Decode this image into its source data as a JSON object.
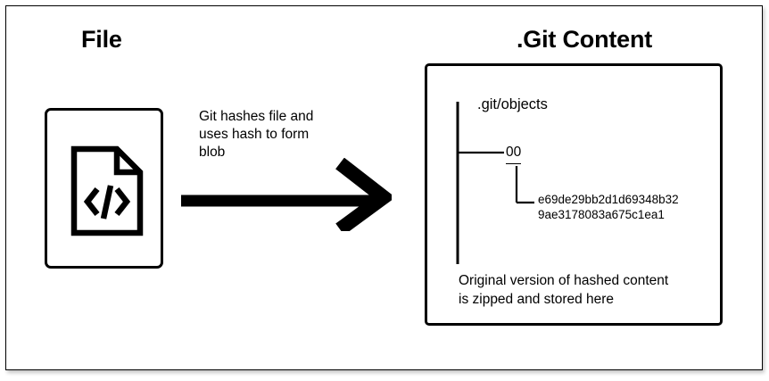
{
  "diagram": {
    "title_left": "File",
    "title_right": ".Git Content",
    "annotation": {
      "lines": [
        "Git hashes file and",
        "uses hash to form",
        "blob"
      ]
    },
    "file_icon": {
      "name": "code-file-icon",
      "glyph": "</>"
    },
    "arrow": {
      "name": "flow-arrow-right",
      "direction": "right",
      "color": "#000000"
    },
    "tree": {
      "root_label": ".git/objects",
      "directory_label": "00",
      "object_hash_line1": "e69de29bb2d1d69348b32",
      "object_hash_line2": "9ae3178083a675c1ea1"
    },
    "caption": {
      "lines": [
        "Original version of hashed content",
        "is zipped and stored here"
      ]
    },
    "colors": {
      "stroke": "#000000",
      "background": "#ffffff"
    }
  }
}
